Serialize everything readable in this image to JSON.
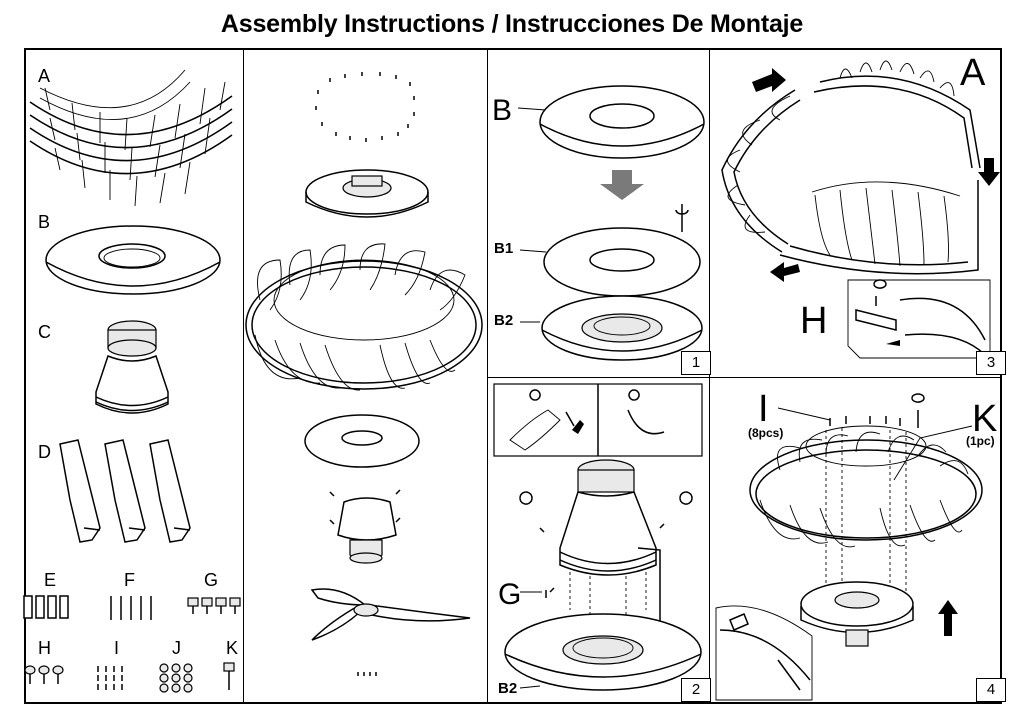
{
  "title": "Assembly Instructions / Instrucciones De Montaje",
  "parts": {
    "A": "A",
    "B": "B",
    "C": "C",
    "D": "D",
    "E": "E",
    "F": "F",
    "G": "G",
    "H": "H",
    "I": "I",
    "J": "J",
    "K": "K"
  },
  "step1": {
    "label_b": "B",
    "label_b1": "B1",
    "label_b2": "B2",
    "number": "1"
  },
  "step2": {
    "label_g": "G",
    "label_b2": "B2",
    "number": "2"
  },
  "step3": {
    "label_a": "A",
    "label_h": "H",
    "number": "3"
  },
  "step4": {
    "label_i": "I",
    "label_i_qty": "(8pcs)",
    "label_k": "K",
    "label_k_qty": "(1pc)",
    "number": "4"
  },
  "colors": {
    "line": "#000000",
    "arrow_gray": "#7a7a7a",
    "fill_light": "#e9e9e9"
  }
}
